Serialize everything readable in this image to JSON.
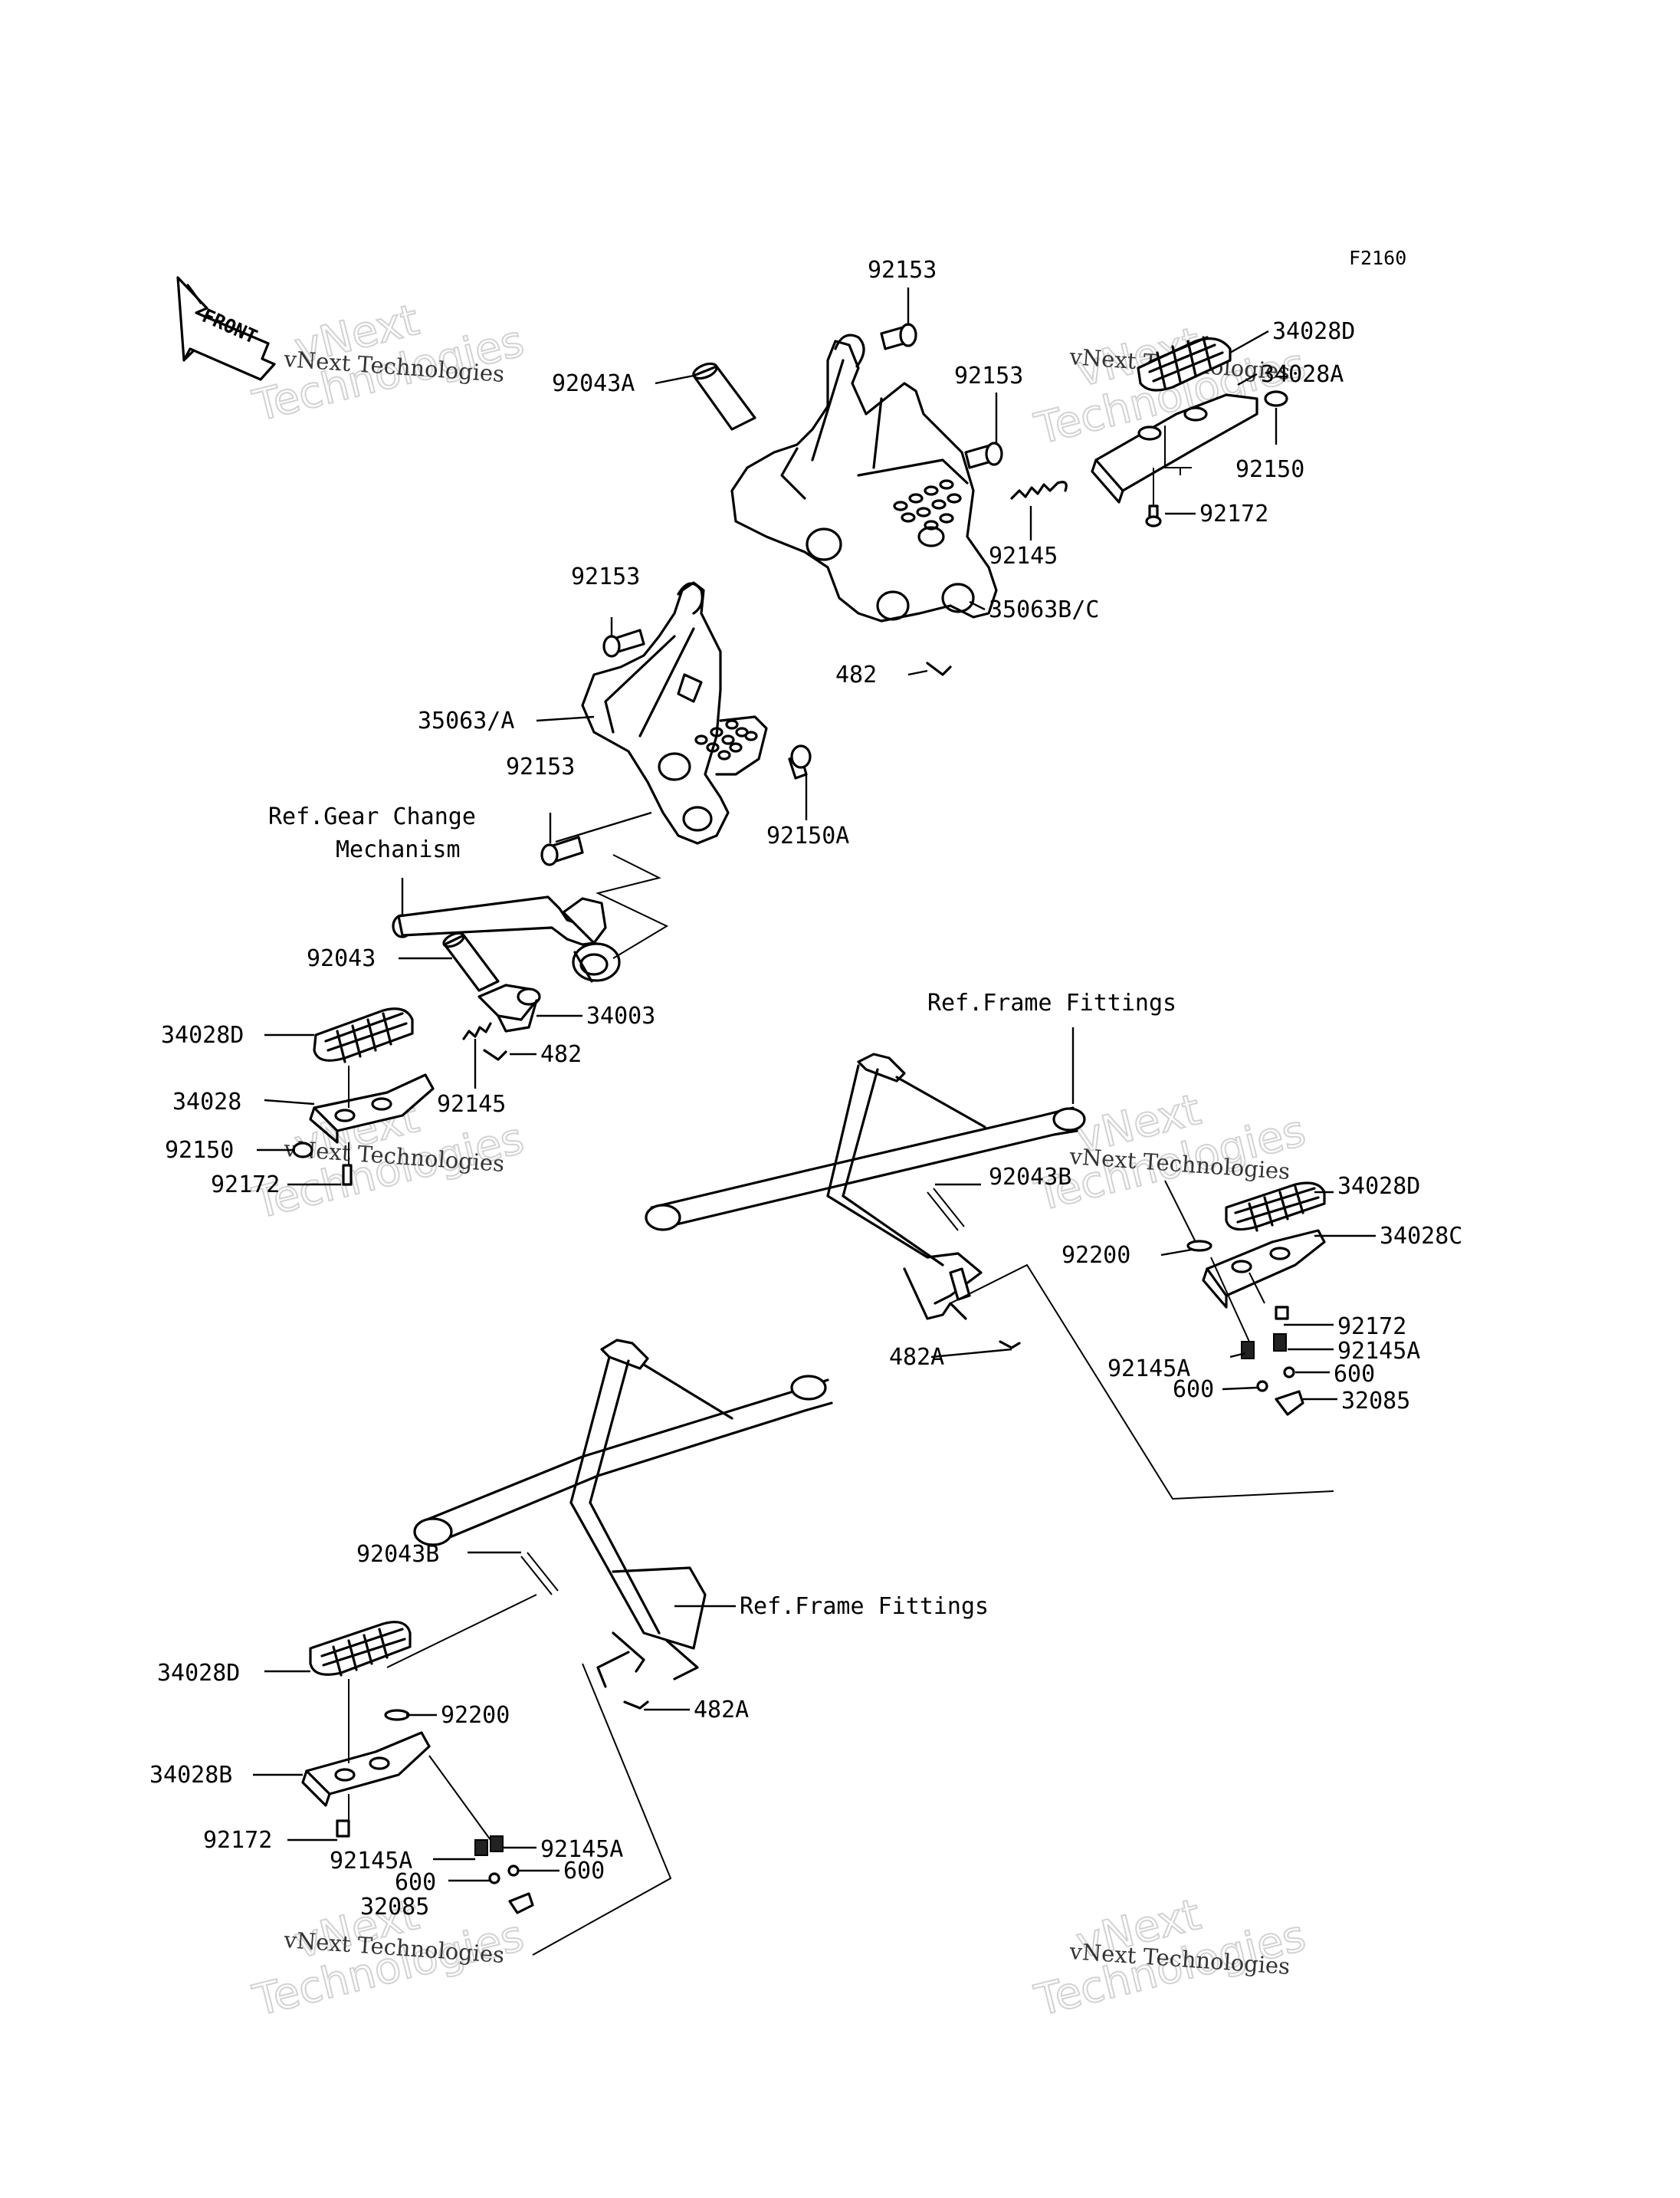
{
  "figure_code": "F2160",
  "front_arrow_label": "FRONT",
  "watermark": {
    "big": "vNext",
    "big2": "Technologies",
    "small": "vNext Technologies"
  },
  "labels": {
    "l92153_a": "92153",
    "l92043A": "92043A",
    "l92153_b": "92153",
    "l34028D_a": "34028D",
    "l34028A": "34028A",
    "l92150": "92150",
    "l92172_a": "92172",
    "l92145_a": "92145",
    "l35063BC": "35063B/C",
    "l482_a": "482",
    "l92153_c": "92153",
    "l35063A": "35063/A",
    "l92153_d": "92153",
    "l92150A": "92150A",
    "ref_gear_1": "Ref.Gear Change",
    "ref_gear_2": "Mechanism",
    "l92043": "92043",
    "l34003": "34003",
    "l34028D_b": "34028D",
    "l482_b": "482",
    "l34028": "34028",
    "l92145_b": "92145",
    "l92150_b": "92150",
    "l92172_b": "92172",
    "ref_frame_a": "Ref.Frame Fittings",
    "l92043B_a": "92043B",
    "l34028D_c": "34028D",
    "l34028C": "34028C",
    "l92200_a": "92200",
    "l92172_c": "92172",
    "l92145A_a": "92145A",
    "l92145A_b": "92145A",
    "l600_a": "600",
    "l600_b": "600",
    "l32085_a": "32085",
    "l482A_a": "482A",
    "l92043B_b": "92043B",
    "ref_frame_b": "Ref.Frame Fittings",
    "l34028D_d": "34028D",
    "l92200_b": "92200",
    "l482A_b": "482A",
    "l34028B": "34028B",
    "l92172_d": "92172",
    "l92145A_c": "92145A",
    "l92145A_d": "92145A",
    "l600_c": "600",
    "l600_d": "600",
    "l32085_b": "32085"
  }
}
